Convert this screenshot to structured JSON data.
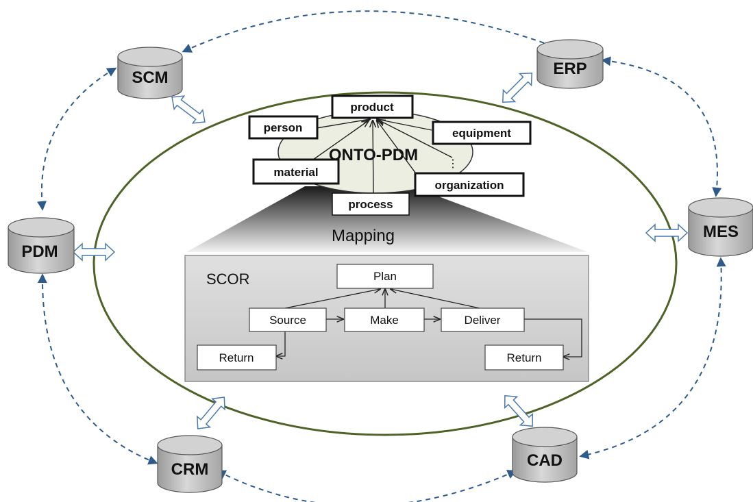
{
  "systems": {
    "scm": "SCM",
    "erp": "ERP",
    "pdm": "PDM",
    "mes": "MES",
    "crm": "CRM",
    "cad": "CAD"
  },
  "ontology": {
    "title": "ONTO-PDM",
    "ellipsis": "⋮",
    "concepts": {
      "product": "product",
      "person": "person",
      "equipment": "equipment",
      "material": "material",
      "organization": "organization",
      "process": "process"
    }
  },
  "mapping_label": "Mapping",
  "scor": {
    "title": "SCOR",
    "plan": "Plan",
    "source": "Source",
    "make": "Make",
    "deliver": "Deliver",
    "return_left": "Return",
    "return_right": "Return"
  },
  "colors": {
    "ellipse_stroke": "#4f6228",
    "dashed_link": "#2e5a8c",
    "cloud_fill": "#eceee2",
    "db_fill": "#c8c8c8",
    "scor_panel": "#d4d4d4"
  }
}
